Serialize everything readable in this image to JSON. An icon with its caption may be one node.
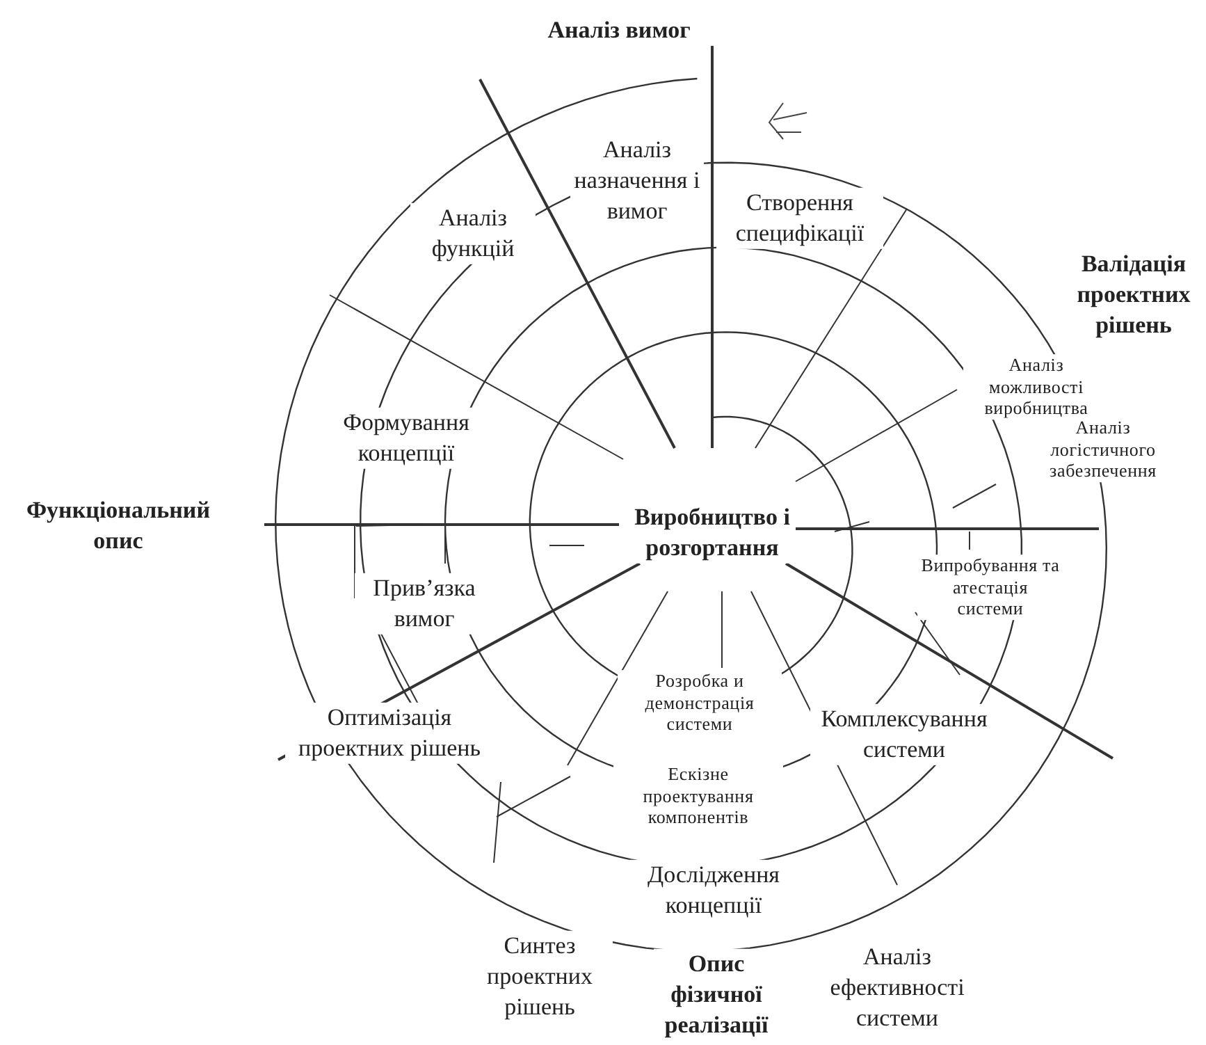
{
  "diagram": {
    "labels": [
      "Аналіз вимог",
      "Аналіз назначення і вимог",
      "Створення специфікації",
      "Валідація проектних рішень",
      "Аналіз функцій",
      "Аналіз можливості виробництва",
      "Аналіз логістичного забезпечення",
      "Функціональний опис",
      "Формування концепції",
      "Виробництво і розгортання",
      "Прив’язка вимог",
      "Випробування та атестація системи",
      "Розробка и демонстрація системи",
      "Оптимізація проектних рішень",
      "Комплексування системи",
      "Ескізне проектування компонентів",
      "Дослідження концепції",
      "Синтез проектних рішень",
      "Опис фізичної реалізації",
      "Аналіз ефективності системи"
    ]
  }
}
